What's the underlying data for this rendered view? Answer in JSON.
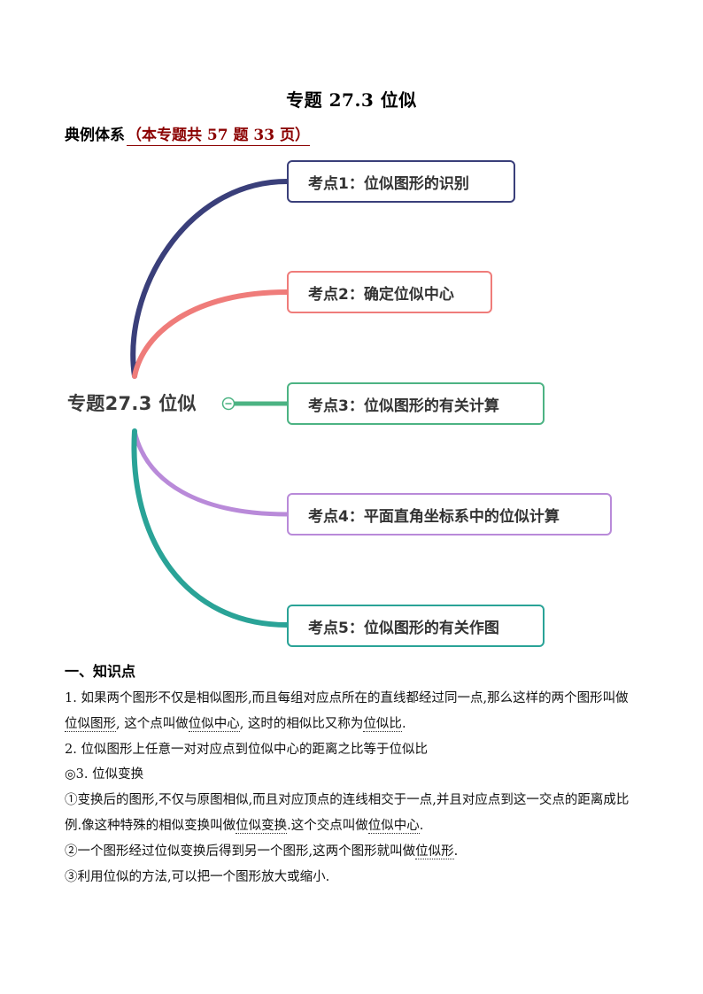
{
  "page_title": "专题 27.3  位似",
  "system": {
    "label": "典例体系",
    "subtitle": "（本专题共 57 题 33 页）"
  },
  "mindmap": {
    "central": "专题27.3 位似",
    "collapse_symbol": "⊖",
    "nodes": [
      {
        "label": "考点1：位似图形的识别",
        "color": "#3a3f7a"
      },
      {
        "label": "考点2：确定位似中心",
        "color": "#ef7c7a"
      },
      {
        "label": "考点3：位似图形的有关计算",
        "color": "#4cb383"
      },
      {
        "label": "考点4：平面直角坐标系中的位似计算",
        "color": "#b98ad9"
      },
      {
        "label": "考点5：位似图形的有关作图",
        "color": "#2aa397"
      }
    ]
  },
  "knowledge": {
    "heading": "一、知识点",
    "p1a": "1.  如果两个图形不仅是相似图形,而且每组对应点所在的直线都经过同一点,那么这样的两个图形叫做",
    "p1b_term1": "位似图形",
    "p1b_mid": ", 这个点叫做",
    "p1b_term2": "位似中心",
    "p1b_mid2": ", 这时的相似比又称为",
    "p1b_term3": "位似比",
    "p1b_end": ".",
    "p2": "2.  位似图形上任意一对对应点到位似中心的距离之比等于位似比",
    "p3": "◎3.  位似变换",
    "p4a": "①变换后的图形,不仅与原图相似,而且对应顶点的连线相交于一点,并且对应点到这一交点的距离成比",
    "p4b_start": "例.像这种特殊的相似变换叫做",
    "p4b_term1": "位似变换",
    "p4b_mid": ".这个交点叫做",
    "p4b_term2": "位似中心",
    "p4b_end": ".",
    "p5_start": "②一个图形经过位似变换后得到另一个图形,这两个图形就叫做",
    "p5_term": "位似形",
    "p5_end": ".",
    "p6": "③利用位似的方法,可以把一个图形放大或缩小."
  }
}
